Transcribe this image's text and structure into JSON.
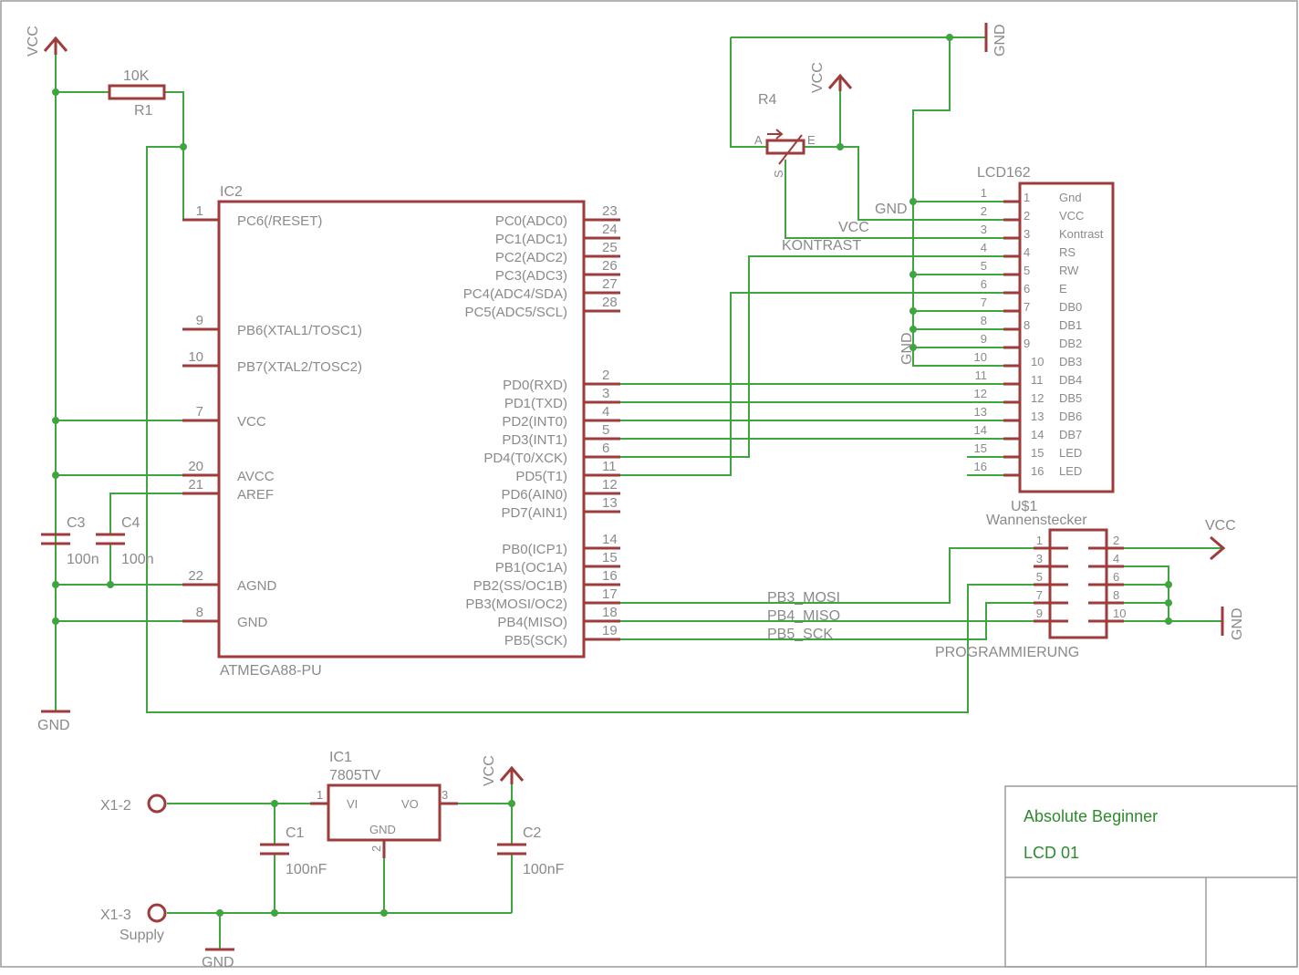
{
  "supply": {
    "vcc": "VCC",
    "gnd": "GND",
    "supply_label": "Supply"
  },
  "components": {
    "r1": {
      "name": "R1",
      "value": "10K"
    },
    "r4": {
      "name": "R4",
      "pin_a": "A",
      "pin_e": "E",
      "pin_s": "S"
    },
    "ic2": {
      "name": "IC2",
      "value": "ATMEGA88-PU"
    },
    "c3": {
      "name": "C3",
      "value": "100n"
    },
    "c4": {
      "name": "C4",
      "value": "100n"
    },
    "ic1": {
      "name": "IC1",
      "value": "7805TV",
      "pin_vi": "VI",
      "pin_vo": "VO",
      "pin_gnd": "GND"
    },
    "c1": {
      "name": "C1",
      "value": "100nF"
    },
    "c2": {
      "name": "C2",
      "value": "100nF"
    },
    "lcd": {
      "name": "LCD162",
      "value": "U$1"
    },
    "header": {
      "name": "Wannenstecker",
      "value": "PROGRAMMIERUNG"
    },
    "x1_2": "X1-2",
    "x1_3": "X1-3"
  },
  "ic2_left_pins": [
    {
      "num": "1",
      "name": "PC6(/RESET)"
    },
    {
      "num": "9",
      "name": "PB6(XTAL1/TOSC1)"
    },
    {
      "num": "10",
      "name": "PB7(XTAL2/TOSC2)"
    },
    {
      "num": "7",
      "name": "VCC"
    },
    {
      "num": "20",
      "name": "AVCC"
    },
    {
      "num": "21",
      "name": "AREF"
    },
    {
      "num": "22",
      "name": "AGND"
    },
    {
      "num": "8",
      "name": "GND"
    }
  ],
  "ic2_right_pins": [
    {
      "num": "23",
      "name": "PC0(ADC0)"
    },
    {
      "num": "24",
      "name": "PC1(ADC1)"
    },
    {
      "num": "25",
      "name": "PC2(ADC2)"
    },
    {
      "num": "26",
      "name": "PC3(ADC3)"
    },
    {
      "num": "27",
      "name": "PC4(ADC4/SDA)"
    },
    {
      "num": "28",
      "name": "PC5(ADC5/SCL)"
    },
    {
      "num": "2",
      "name": "PD0(RXD)"
    },
    {
      "num": "3",
      "name": "PD1(TXD)"
    },
    {
      "num": "4",
      "name": "PD2(INT0)"
    },
    {
      "num": "5",
      "name": "PD3(INT1)"
    },
    {
      "num": "6",
      "name": "PD4(T0/XCK)"
    },
    {
      "num": "11",
      "name": "PD5(T1)"
    },
    {
      "num": "12",
      "name": "PD6(AIN0)"
    },
    {
      "num": "13",
      "name": "PD7(AIN1)"
    },
    {
      "num": "14",
      "name": "PB0(ICP1)"
    },
    {
      "num": "15",
      "name": "PB1(OC1A)"
    },
    {
      "num": "16",
      "name": "PB2(SS/OC1B)"
    },
    {
      "num": "17",
      "name": "PB3(MOSI/OC2)"
    },
    {
      "num": "18",
      "name": "PB4(MISO)"
    },
    {
      "num": "19",
      "name": "PB5(SCK)"
    }
  ],
  "lcd_pins": [
    {
      "num": "1",
      "name": "Gnd"
    },
    {
      "num": "2",
      "name": "VCC"
    },
    {
      "num": "3",
      "name": "Kontrast"
    },
    {
      "num": "4",
      "name": "RS"
    },
    {
      "num": "5",
      "name": "RW"
    },
    {
      "num": "6",
      "name": "E"
    },
    {
      "num": "7",
      "name": "DB0"
    },
    {
      "num": "8",
      "name": "DB1"
    },
    {
      "num": "9",
      "name": "DB2"
    },
    {
      "num": "10",
      "name": "DB3"
    },
    {
      "num": "11",
      "name": "DB4"
    },
    {
      "num": "12",
      "name": "DB5"
    },
    {
      "num": "13",
      "name": "DB6"
    },
    {
      "num": "14",
      "name": "DB7"
    },
    {
      "num": "15",
      "name": "LED"
    },
    {
      "num": "16",
      "name": "LED"
    }
  ],
  "header_pins_left": [
    "1",
    "3",
    "5",
    "7",
    "9"
  ],
  "header_pins_right": [
    "2",
    "4",
    "6",
    "8",
    "10"
  ],
  "net_labels": {
    "gnd_lcd": "GND",
    "vcc_lcd": "VCC",
    "kontrast": "KONTRAST",
    "gnd_db": "GND",
    "mosi": "PB3_MOSI",
    "miso": "PB4_MISO",
    "sck": "PB5_SCK"
  },
  "title_block": {
    "line1": "Absolute Beginner",
    "line2": "LCD 01"
  }
}
